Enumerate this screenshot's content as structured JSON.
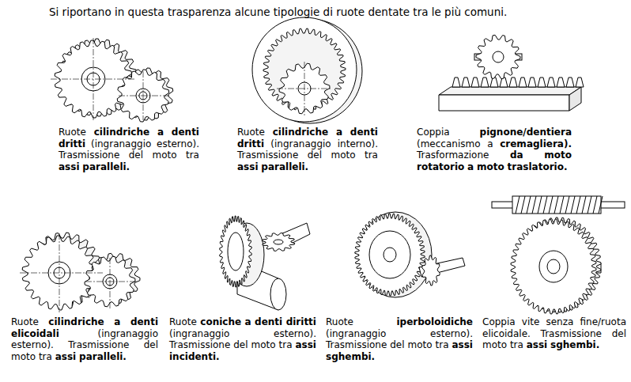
{
  "diagram": {
    "title": "Si riportano in questa trasparenza alcune tipologie di ruote dentate tra le più comuni.",
    "labels": [
      "Ruote cilindriche a denti dritti (ingranaggio esterno). Trasmissione del moto tra assi paralleli.",
      "Ruote cilindriche a denti dritti (ingranaggio interno). Trasmissione del moto tra assi paralleli.",
      "Coppia pignone/dentiera (meccanismo a cremagliera). Trasformazione da moto rotatorio a moto traslatorio.",
      "Ruote cilindriche a denti elicoidali (ingranaggio esterno). Trasmissione del moto tra assi paralleli.",
      "Ruote coniche a denti diritti (ingranaggio esterno). Trasmissione del moto tra assi incidenti.",
      "Ruote iperboloidiche (ingranaggio esterno). Trasmissione del moto tra assi sghembi.",
      "Coppia vite senza fine/ruota elicoidale. Trasmissione del moto tra assi sghembi."
    ]
  }
}
